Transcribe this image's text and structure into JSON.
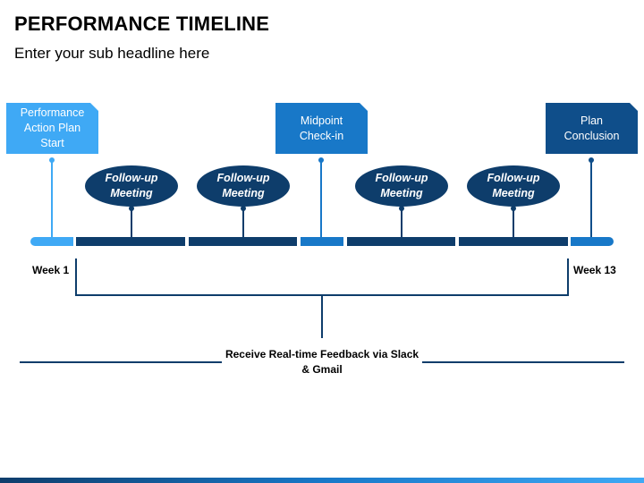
{
  "title": "PERFORMANCE TIMELINE",
  "subtitle": "Enter your sub headline here",
  "milestones": {
    "start": "Performance Action Plan Start",
    "midpoint": "Midpoint Check-in",
    "conclusion": "Plan Conclusion"
  },
  "meetings": [
    "Follow-up Meeting",
    "Follow-up Meeting",
    "Follow-up Meeting",
    "Follow-up Meeting"
  ],
  "weeks": {
    "start": "Week 1",
    "end": "Week 13"
  },
  "feedback": "Receive Real-time Feedback via Slack & Gmail",
  "colors": {
    "light_blue": "#3fa9f5",
    "mid_blue": "#1878c8",
    "dark_blue": "#0f4e8a",
    "navy": "#0e3d6b"
  }
}
